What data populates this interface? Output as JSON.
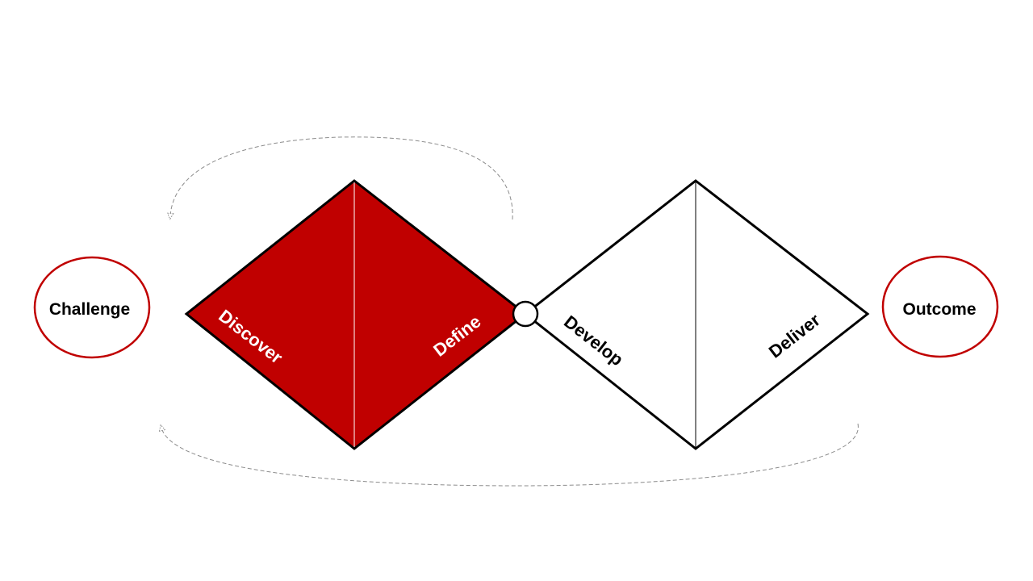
{
  "colors": {
    "accent": "#c00000",
    "outline": "#000000",
    "background": "#ffffff",
    "dashed": "#8c8c8c"
  },
  "nodes": {
    "challenge": "Challenge",
    "outcome": "Outcome"
  },
  "phases": {
    "discover": "Discover",
    "define": "Define",
    "develop": "Develop",
    "deliver": "Deliver"
  }
}
